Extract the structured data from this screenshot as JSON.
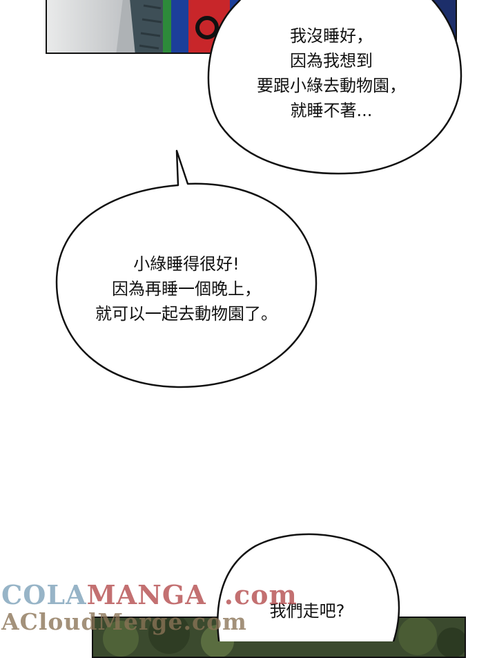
{
  "bubbles": [
    {
      "id": "bubble-1",
      "lines": [
        "我沒睡好，",
        "因為我想到",
        "要跟小綠去動物園，",
        "就睡不著..."
      ]
    },
    {
      "id": "bubble-2",
      "lines": [
        "小綠睡得很好!",
        "因為再睡一個晚上，",
        "就可以一起去動物園了。"
      ]
    },
    {
      "id": "bubble-3",
      "lines": [
        "我們走吧?"
      ]
    }
  ],
  "watermark": {
    "cola": "COLA",
    "manga": "MANGA",
    "dotcom": ".com",
    "line2": "ACloudMerge.com"
  },
  "colors": {
    "ink": "#111111",
    "paper": "#ffffff",
    "top_panel_blue": "#1c3f9a",
    "top_panel_red": "#c8262a",
    "top_panel_green": "#2d8a3a",
    "foliage": "#3b4a2e"
  }
}
